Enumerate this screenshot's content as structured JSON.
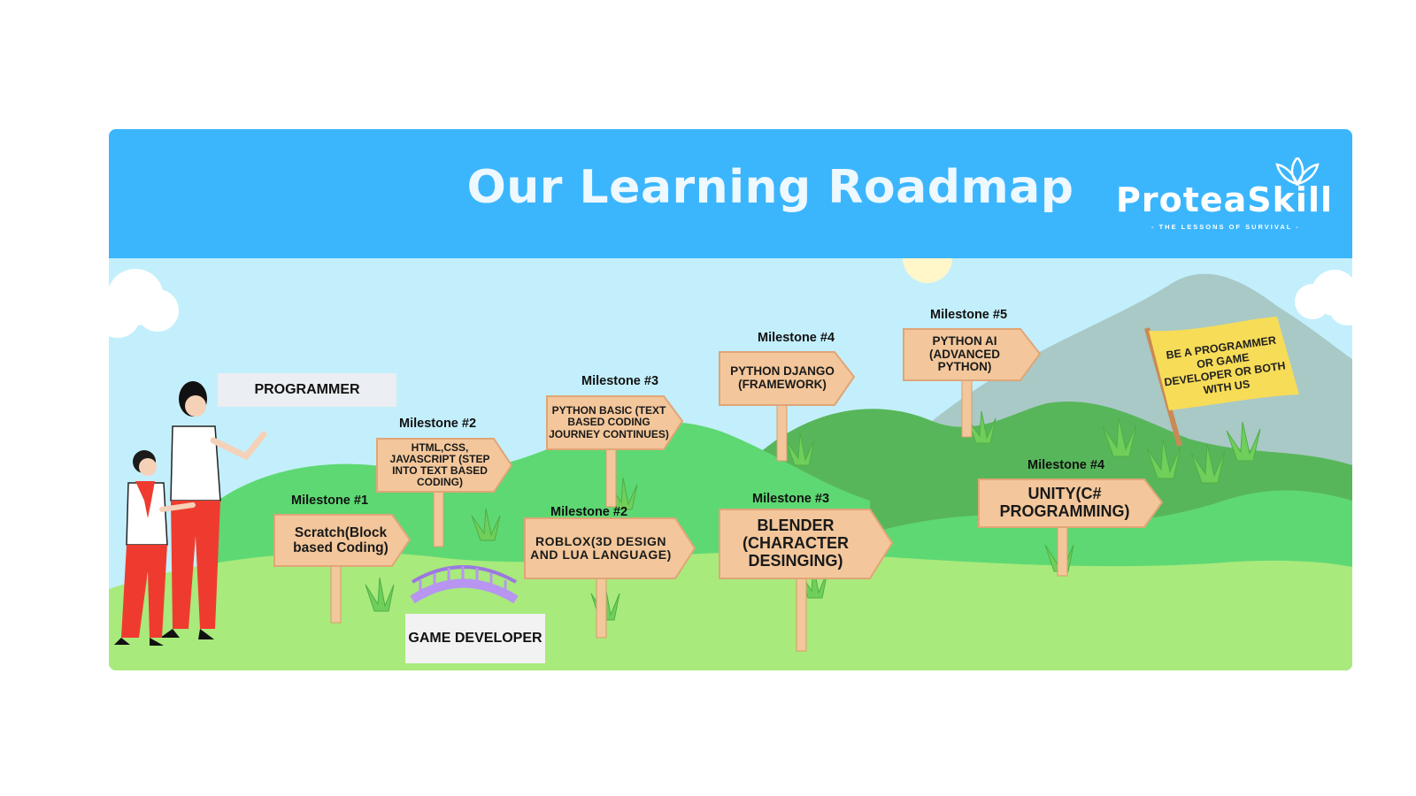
{
  "header": {
    "title": "Our Learning Roadmap",
    "logo_name": "ProteaSkill",
    "logo_tagline": "- THE LESSONS OF SURVIVAL -"
  },
  "tracks": {
    "programmer": "PROGRAMMER",
    "game_developer": "GAME DEVELOPER"
  },
  "programmer_path": [
    {
      "milestone": "Milestone #1",
      "course": "Scratch(Block based Coding)"
    },
    {
      "milestone": "Milestone #2",
      "course": "HTML,CSS, JAVASCRIPT (STEP INTO TEXT BASED CODING)"
    },
    {
      "milestone": "Milestone #3",
      "course": "PYTHON BASIC (TEXT BASED CODING JOURNEY CONTINUES)"
    },
    {
      "milestone": "Milestone #4",
      "course": "PYTHON DJANGO (FRAMEWORK)"
    },
    {
      "milestone": "Milestone #5",
      "course": "PYTHON AI (ADVANCED PYTHON)"
    }
  ],
  "game_developer_path": [
    {
      "milestone": "Milestone #2",
      "course": "ROBLOX(3D DESIGN AND LUA LANGUAGE)"
    },
    {
      "milestone": "Milestone #3",
      "course": "BLENDER (CHARACTER DESINGING)"
    },
    {
      "milestone": "Milestone #4",
      "course": "UNITY(C# PROGRAMMING)"
    }
  ],
  "goal_flag": "BE A  PROGRAMMER OR GAME DEVELOPER OR BOTH WITH US",
  "colors": {
    "header_blue": "#3bb6fd",
    "sky": "#c3effc",
    "sign_wood": "#f3c79b",
    "hill_green": "#5ed873",
    "flag_yellow": "#f7dc58"
  }
}
